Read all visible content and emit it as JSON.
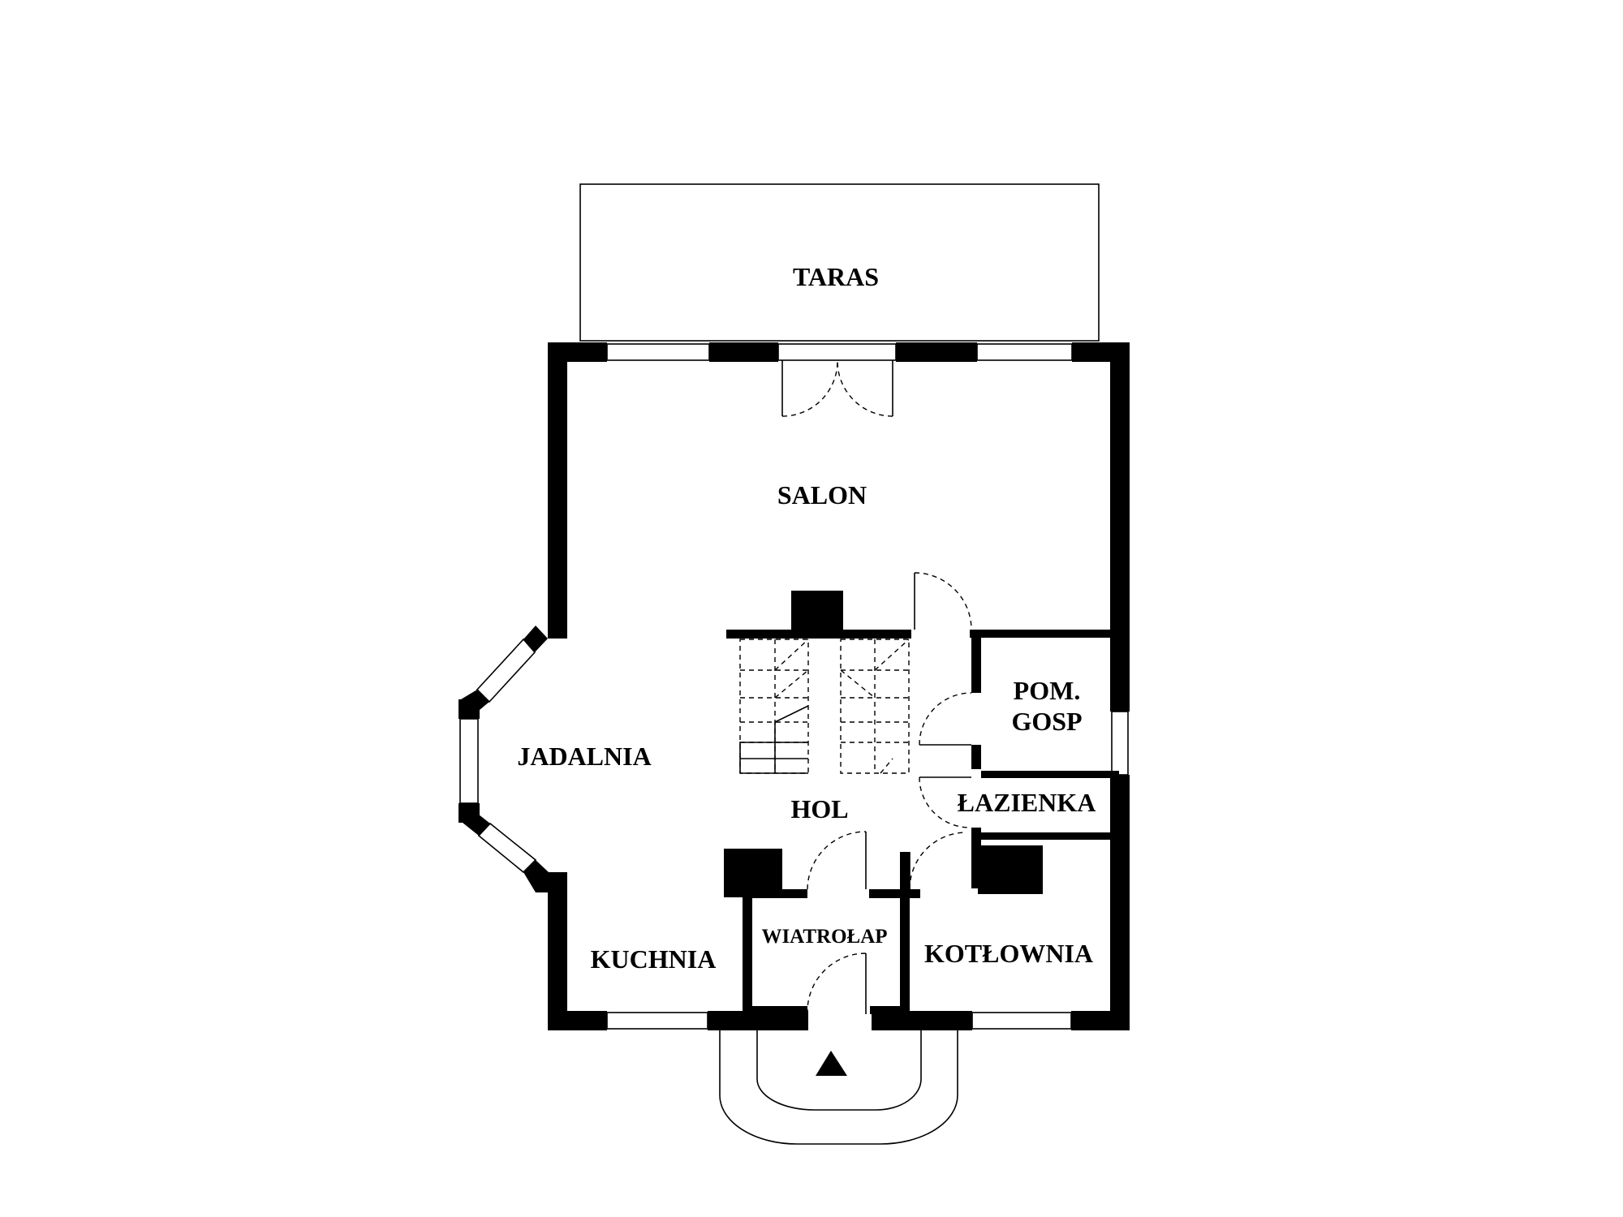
{
  "rooms": {
    "taras": "TARAS",
    "salon": "SALON",
    "jadalnia": "JADALNIA",
    "hol": "HOL",
    "pom_gosp_line1": "POM.",
    "pom_gosp_line2": "GOSP",
    "lazienka": "ŁAZIENKA",
    "kuchnia": "KUCHNIA",
    "wiatrolap": "WIATROŁAP",
    "kotlownia": "KOTŁOWNIA"
  },
  "icons": {
    "entrance": "entrance-arrow-icon"
  }
}
